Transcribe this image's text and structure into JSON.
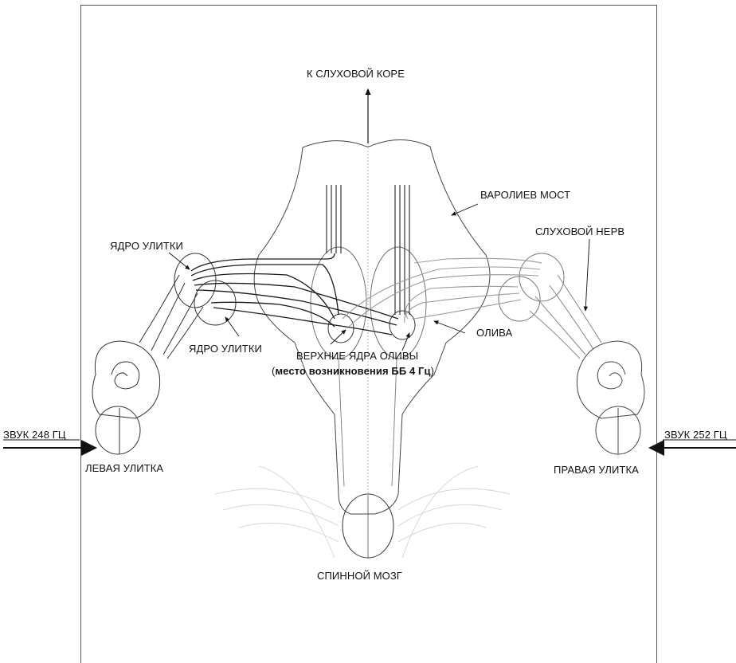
{
  "diagram": {
    "labels": {
      "to_cortex": "К СЛУХОВОЙ КОРЕ",
      "pons": "ВАРОЛИЕВ МОСТ",
      "auditory_nerve": "СЛУХОВОЙ НЕРВ",
      "cochlear_nucleus_top": "ЯДРО УЛИТКИ",
      "cochlear_nucleus_bottom": "ЯДРО УЛИТКИ",
      "olive": "ОЛИВА",
      "superior_olive": "ВЕРХНИЕ ЯДРА ОЛИВЫ",
      "bb_origin_open": "(",
      "bb_origin": "место возникновения ББ 4 Гц",
      "bb_origin_close": ")",
      "sound_left": "ЗВУК 248 ГЦ",
      "sound_right": "ЗВУК 252 ГЦ",
      "left_cochlea": "ЛЕВАЯ УЛИТКА",
      "right_cochlea": "ПРАВАЯ УЛИТКА",
      "spinal_cord": "СПИННОЙ МОЗГ"
    },
    "colors": {
      "ink": "#222222",
      "fibers": "#1a1a1a",
      "fibers_light": "#9a9a9a",
      "outline": "#444444",
      "background": "#ffffff"
    }
  }
}
